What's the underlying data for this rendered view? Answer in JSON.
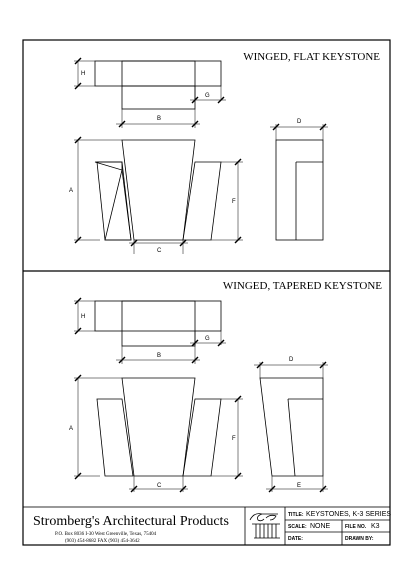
{
  "top_view": {
    "title": "WINGED, FLAT KEYSTONE",
    "dims": {
      "h": "H",
      "g": "G",
      "b": "B",
      "d": "D",
      "a": "A",
      "f": "F",
      "c": "C"
    }
  },
  "bottom_view": {
    "title": "WINGED, TAPERED KEYSTONE",
    "dims": {
      "h": "H",
      "g": "G",
      "b": "B",
      "d": "D",
      "a": "A",
      "f": "F",
      "c": "C",
      "e": "E"
    }
  },
  "title_block": {
    "company": "Stromberg's Architectural Products",
    "address_line1": "P.O. Box 8036    I-30 West    Greenville, Texas, 75404",
    "address_line2": "(903) 454-8682    FAX (903) 454-3642",
    "title_label": "TITLE:",
    "title_value": "KEYSTONES, K-3 SERIES",
    "scale_label": "SCALE:",
    "scale_value": "NONE",
    "file_label": "FILE NO.",
    "file_value": "K3",
    "date_label": "DATE:",
    "date_value": "",
    "drawn_label": "DRAWN BY:",
    "drawn_value": ""
  }
}
